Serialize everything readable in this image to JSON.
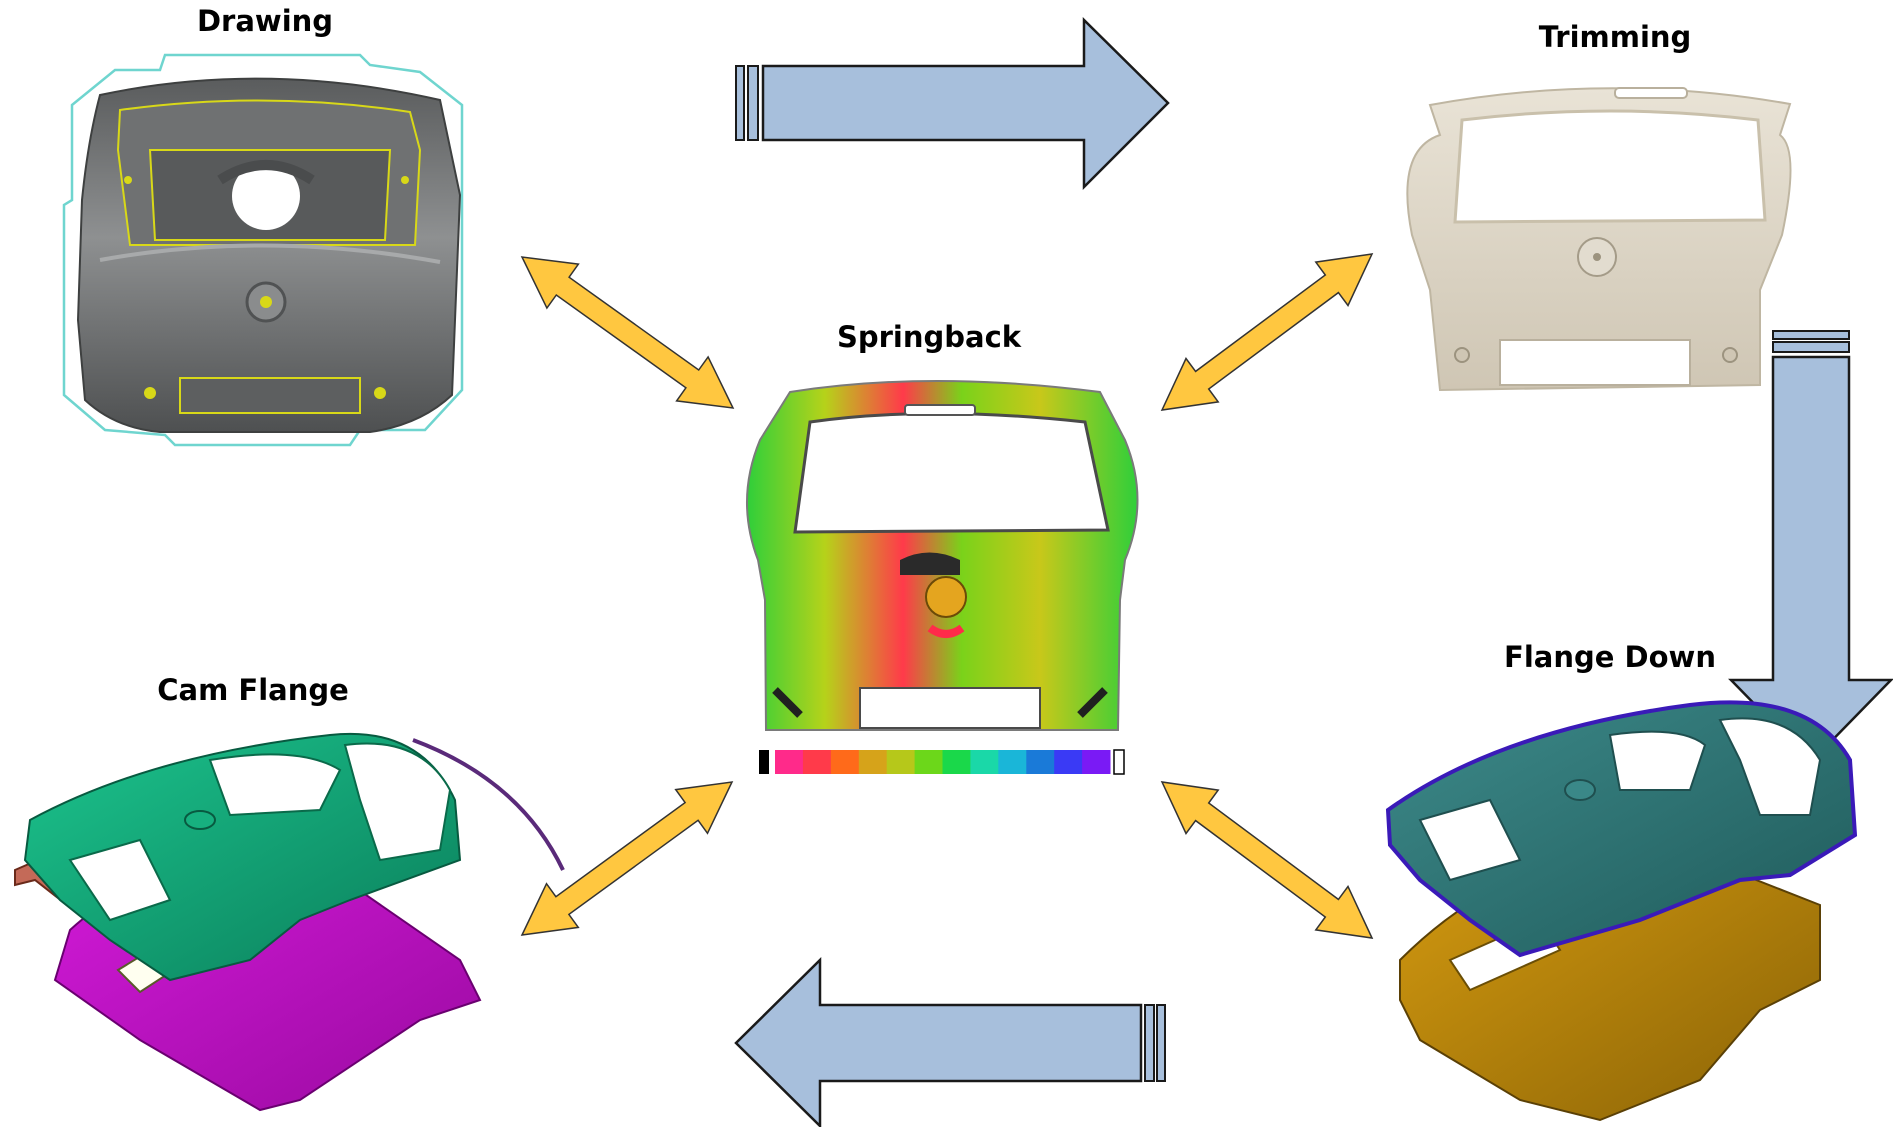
{
  "stages": {
    "drawing": {
      "label": "Drawing"
    },
    "trimming": {
      "label": "Trimming"
    },
    "springback": {
      "label": "Springback"
    },
    "cam_flange": {
      "label": "Cam Flange"
    },
    "flange_down": {
      "label": "Flange Down"
    }
  },
  "colors": {
    "process_arrow_fill": "#a7bfdc",
    "process_arrow_stroke": "#1a1a1a",
    "link_arrow_fill": "#ffc740",
    "link_arrow_stroke": "#333333",
    "trimming_part": "#ddd5c6",
    "drawing_part": "#7d7f80",
    "drawing_outline": "#6fd5cf",
    "cam_upper": "#12a075",
    "cam_lower": "#c310c9",
    "flange_upper": "#2f7373",
    "flange_lower": "#b8860b"
  },
  "legend": {
    "colors": [
      "#ff2a8a",
      "#ff3a4a",
      "#ff6a1a",
      "#d6a31a",
      "#b6c81a",
      "#6cd71a",
      "#1ad84a",
      "#1ad8a8",
      "#1ab6d8",
      "#1a7ad8",
      "#3a3af5",
      "#7a1af5"
    ]
  },
  "icons": {
    "process_arrow": "block-arrow-icon",
    "link_arrow": "double-headed-arrow-icon"
  }
}
